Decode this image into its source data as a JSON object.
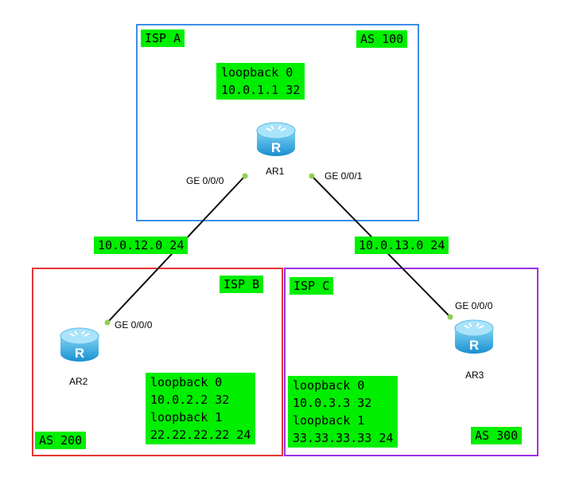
{
  "colors": {
    "isp_a_border": "#3b8fe6",
    "isp_b_border": "#e53535",
    "isp_c_border": "#9b30e8",
    "label_bg": "#00ee00",
    "link": "#111111",
    "port_dot": "#8cd04f"
  },
  "isp_a": {
    "name": "ISP A",
    "as": "AS 100",
    "loopbacks": [
      "loopback 0",
      "10.0.1.1 32"
    ]
  },
  "isp_b": {
    "name": "ISP B",
    "as": "AS 200",
    "loopbacks": [
      "loopback 0",
      "10.0.2.2 32",
      "loopback 1",
      "22.22.22.22 24"
    ]
  },
  "isp_c": {
    "name": "ISP C",
    "as": "AS 300",
    "loopbacks": [
      "loopback 0",
      "10.0.3.3 32",
      "loopback 1",
      "33.33.33.33 24"
    ]
  },
  "routers": {
    "ar1": {
      "name": "AR1",
      "icon": "router-icon"
    },
    "ar2": {
      "name": "AR2",
      "icon": "router-icon"
    },
    "ar3": {
      "name": "AR3",
      "icon": "router-icon"
    }
  },
  "links": {
    "ar1_ar2": {
      "subnet": "10.0.12.0 24",
      "ar1_port": "GE 0/0/0",
      "ar2_port": "GE 0/0/0"
    },
    "ar1_ar3": {
      "subnet": "10.0.13.0 24",
      "ar1_port": "GE 0/0/1",
      "ar3_port": "GE 0/0/0"
    }
  }
}
